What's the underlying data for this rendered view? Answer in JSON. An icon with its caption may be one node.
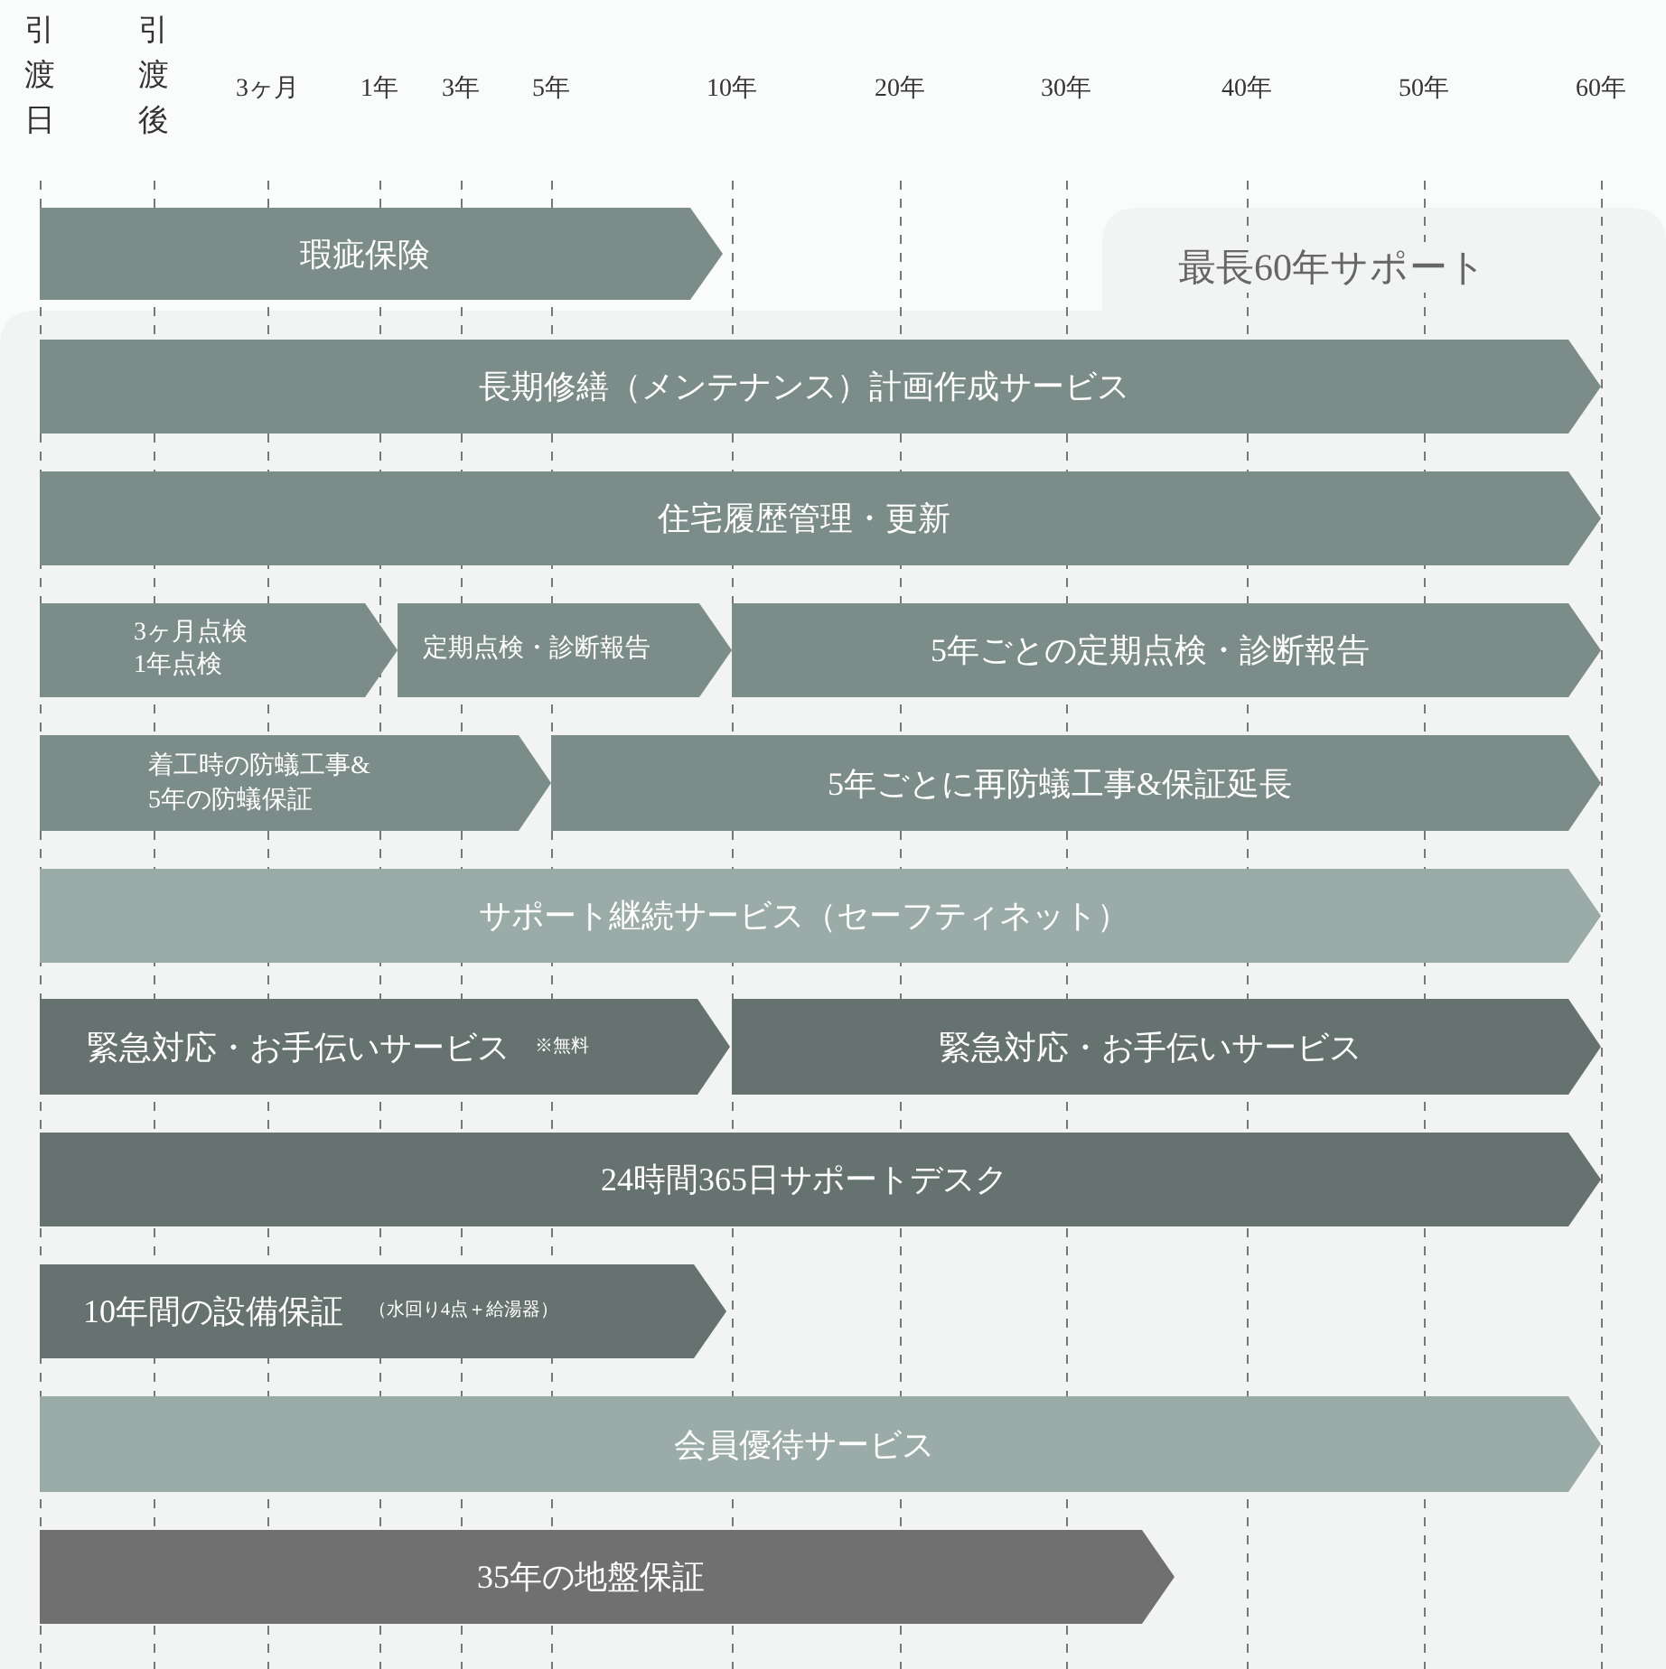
{
  "diagram": {
    "nodes": [
      {
        "text": [
          "最長60年サポート"
        ]
      },
      {
        "text": [
          "瑕疵保険"
        ]
      },
      {
        "text": [
          "長期修繕（メンテナンス）計画作成サービス"
        ],
        "in": 0
      },
      {
        "text": [
          "住宅履歴管理・更新"
        ],
        "in": 0
      },
      {
        "text": [
          "3ヶ月点検",
          "1年点検"
        ],
        "in": 0
      },
      {
        "text": [
          "定期点検・診断報告"
        ],
        "in": 0
      },
      {
        "text": [
          "5年ごとの定期点検・診断報告"
        ],
        "in": 0
      },
      {
        "text": [
          "着工時の防蟻工事& 5年の防蟻保証"
        ],
        "in": 0
      },
      {
        "text": [
          "5年ごとに再防蟻工事&保証延長"
        ],
        "in": 0
      },
      {
        "text": [
          "サポート継続サービス（セーフティネット）"
        ],
        "in": 0
      },
      {
        "text": [
          "緊急対応・お手伝いサービス",
          "※無料"
        ],
        "in": 0
      },
      {
        "text": [
          "緊急対応・お手伝いサービス"
        ],
        "in": 0
      },
      {
        "text": [
          "24時間365日サポートデスク"
        ],
        "in": 0
      },
      {
        "text": [
          "10年間の設備保証",
          "（水回り4点＋給湯器）"
        ],
        "in": 0
      },
      {
        "text": [
          "会員優待サービス"
        ],
        "in": 0
      },
      {
        "text": [
          "35年の地盤保証"
        ],
        "in": 0
      }
    ],
    "labels": [
      "引渡日",
      "引渡後",
      "3ヶ月",
      "1年",
      "3年",
      "5年",
      "10年",
      "20年",
      "30年",
      "40年",
      "50年",
      "60年"
    ]
  }
}
